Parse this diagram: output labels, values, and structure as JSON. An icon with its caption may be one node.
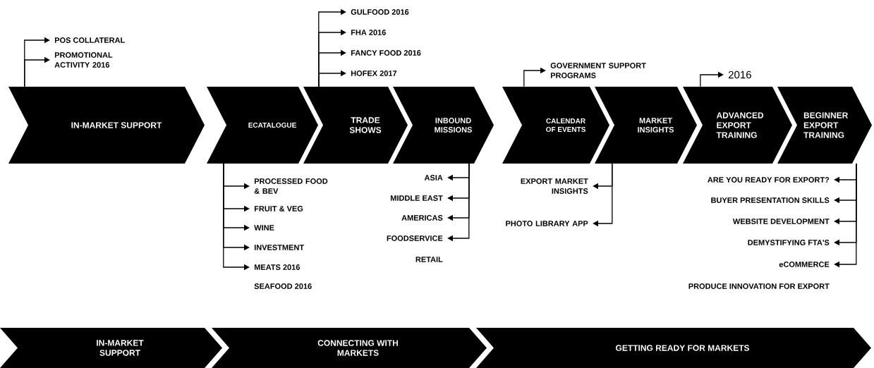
{
  "diagram": {
    "nodes": [
      {
        "text": [
          "IN-MARKET SUPPORT"
        ]
      },
      {
        "text": [
          "ECATALOGUE"
        ]
      },
      {
        "text": [
          "TRADE SHOWS"
        ]
      },
      {
        "text": [
          "INBOUND MISSIONS"
        ]
      },
      {
        "text": [
          "CALENDAR OF EVENTS"
        ]
      },
      {
        "text": [
          "MARKET INSIGHTS"
        ]
      },
      {
        "text": [
          "ADVANCED EXPORT TRAINING"
        ]
      },
      {
        "text": [
          "BEGINNER EXPORT TRAINING"
        ]
      },
      {
        "text": [
          "IN-MARKET SUPPORT"
        ]
      },
      {
        "text": [
          "CONNECTING WITH MARKETS"
        ]
      },
      {
        "text": [
          "GETTING READY FOR MARKETS"
        ]
      },
      {
        "text": [
          "POS COLLATERAL"
        ]
      },
      {
        "text": [
          "PROMOTIONAL ACTIVITY 2016"
        ]
      },
      {
        "text": [
          "GULFOOD 2016"
        ]
      },
      {
        "text": [
          "FHA 2016"
        ]
      },
      {
        "text": [
          "FANCY FOOD 2016"
        ]
      },
      {
        "text": [
          "HOFEX 2017"
        ]
      },
      {
        "text": [
          "GOVERNMENT SUPPORT PROGRAMS"
        ]
      },
      {
        "text": [
          "2016"
        ]
      },
      {
        "text": [
          "PROCESSED FOOD & BEV"
        ]
      },
      {
        "text": [
          "FRUIT & VEG"
        ]
      },
      {
        "text": [
          "WINE"
        ]
      },
      {
        "text": [
          "INVESTMENT"
        ]
      },
      {
        "text": [
          "MEATS 2016"
        ]
      },
      {
        "text": [
          "ASIA"
        ]
      },
      {
        "text": [
          "MIDDLE EAST"
        ]
      },
      {
        "text": [
          "AMERICAS"
        ]
      },
      {
        "text": [
          "FOODSERVICE"
        ]
      },
      {
        "text": [
          "EXPORT MARKET INSIGHTS"
        ]
      },
      {
        "text": [
          "PHOTO LIBRARY APP"
        ]
      },
      {
        "text": [
          "ARE YOU READY FOR EXPORT?"
        ]
      },
      {
        "text": [
          "BUYER PRESENTATION SKILLS"
        ]
      },
      {
        "text": [
          "WEBSITE DEVELOPMENT"
        ]
      },
      {
        "text": [
          "DEMYSTIFYING FTA'S"
        ]
      },
      {
        "text": [
          "eCOMMERCE"
        ]
      }
    ],
    "edges": [
      {
        "from": 0,
        "to": 11,
        "arrow": "to"
      },
      {
        "from": 0,
        "to": 12,
        "arrow": "to"
      },
      {
        "from": 2,
        "to": 13,
        "arrow": "to"
      },
      {
        "from": 2,
        "to": 14,
        "arrow": "to"
      },
      {
        "from": 2,
        "to": 15,
        "arrow": "to"
      },
      {
        "from": 2,
        "to": 16,
        "arrow": "to"
      },
      {
        "from": 4,
        "to": 17,
        "arrow": "to"
      },
      {
        "from": 6,
        "to": 18,
        "arrow": "to"
      },
      {
        "from": 1,
        "to": 19,
        "arrow": "to"
      },
      {
        "from": 1,
        "to": 20,
        "arrow": "to"
      },
      {
        "from": 1,
        "to": 21,
        "arrow": "to"
      },
      {
        "from": 1,
        "to": 22,
        "arrow": "to"
      },
      {
        "from": 1,
        "to": 23,
        "arrow": "to"
      },
      {
        "from": 3,
        "to": 24,
        "arrow": "to"
      },
      {
        "from": 3,
        "to": 25,
        "arrow": "to"
      },
      {
        "from": 3,
        "to": 26,
        "arrow": "to"
      },
      {
        "from": 3,
        "to": 27,
        "arrow": "to"
      },
      {
        "from": 5,
        "to": 28,
        "arrow": "to"
      },
      {
        "from": 5,
        "to": 29,
        "arrow": "to"
      },
      {
        "from": 7,
        "to": 30,
        "arrow": "to"
      },
      {
        "from": 7,
        "to": 31,
        "arrow": "to"
      },
      {
        "from": 7,
        "to": 32,
        "arrow": "to"
      },
      {
        "from": 7,
        "to": 33,
        "arrow": "to"
      },
      {
        "from": 7,
        "to": 34,
        "arrow": "to"
      }
    ],
    "labels": [
      "SEAFOOD 2016",
      "RETAIL",
      "PRODUCE INNOVATION FOR EXPORT"
    ]
  }
}
